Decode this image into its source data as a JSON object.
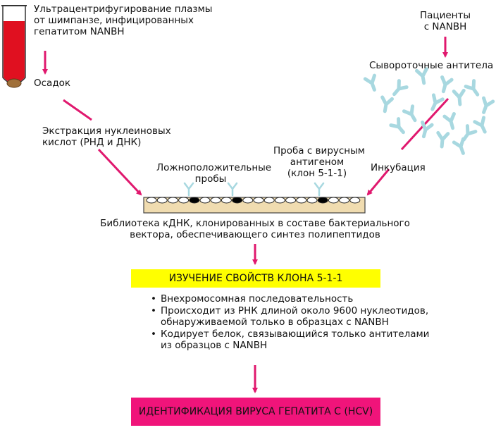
{
  "labels": {
    "plasma_source": "Ультрацентрифугирование плазмы\nот шимпанзе, инфицированных\nгепатитом NANBH",
    "sediment": "Осадок",
    "patients": "Пациенты\nс NANBH",
    "serum_antibodies": "Сывороточные антитела",
    "extraction": "Экстракция нуклеиновых\nкислот (РНД и ДНК)",
    "false_positive_probes": "Ложноположительные\nпробы",
    "viral_antigen_probe": "Проба с вирусным\nантигеном\n(клон 5-1-1)",
    "incubation": "Инкубация",
    "library": "Библиотека кДНК, клонированных в составе бактериального\nвектора, обеспечивающего синтез полипептидов"
  },
  "study_box": {
    "title": "ИЗУЧЕНИЕ СВОЙСТВ КЛОНА 5-1-1",
    "color": "#ffff00"
  },
  "findings": [
    "Внехромосомная последовательность",
    "Происходит из РНК длиной около 9600 нуклеотидов,\nобнаруживаемой только в образцах с NANBH",
    "Кодирует белок, связывающийся только антителами\nиз образцов с NANBH"
  ],
  "result_box": {
    "title": "ИДЕНТИФИКАЦИЯ ВИРУСА ГЕПАТИТА С (HCV)",
    "color": "#f0147a"
  },
  "colors": {
    "arrow": "#e0186e",
    "blood": "#e01020",
    "antibody": "#a8d8e0",
    "membrane": "#f0dcb0"
  }
}
